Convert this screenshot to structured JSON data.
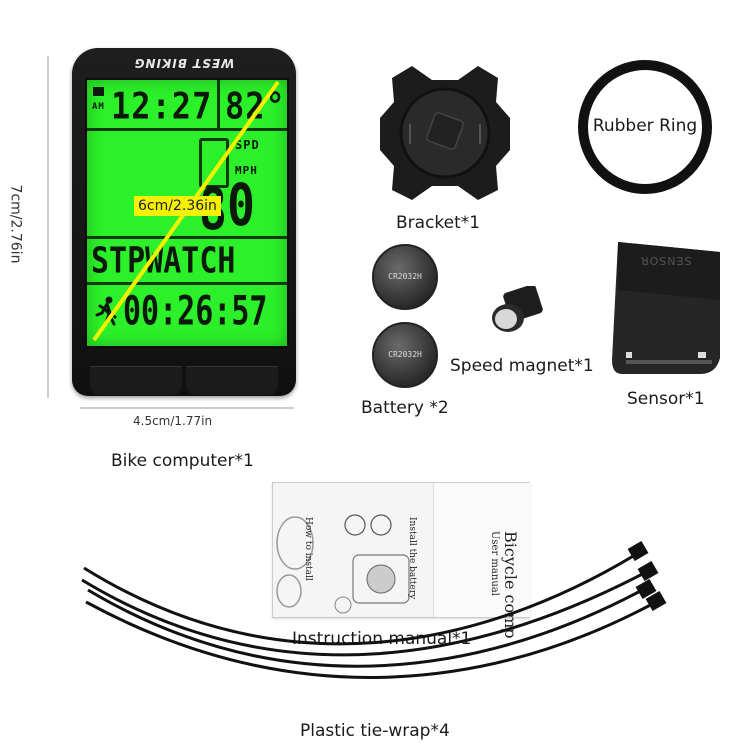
{
  "computer": {
    "brand": "WEST BIKING",
    "time": "12:27",
    "am": "AM",
    "temp": "82°",
    "spd": "SPD",
    "mph": "MPH",
    "speed_digit": "0",
    "mode": "STPWATCH",
    "stopwatch": "00:26:57",
    "diag_label": "6cm/2.36in",
    "height_label": "7cm/2.76in",
    "width_label": "4.5cm/1.77in"
  },
  "labels": {
    "bike_computer": "Bike computer*1",
    "bracket": "Bracket*1",
    "rubber_ring": "Rubber Ring",
    "battery": "Battery *2",
    "speed_magnet": "Speed magnet*1",
    "sensor": "Sensor*1",
    "instruction_manual": "Instruction manual*1",
    "tie_wrap": "Plastic tie-wrap*4"
  },
  "battery_text": "CR2032H",
  "sensor_text": "SENSOR",
  "manual": {
    "title": "Bicycle comp",
    "subtitle": "User manual",
    "install": "How to install",
    "install_battery": "Install the battery"
  },
  "colors": {
    "lcd": "#2cf02a",
    "highlight": "#f4f100"
  }
}
